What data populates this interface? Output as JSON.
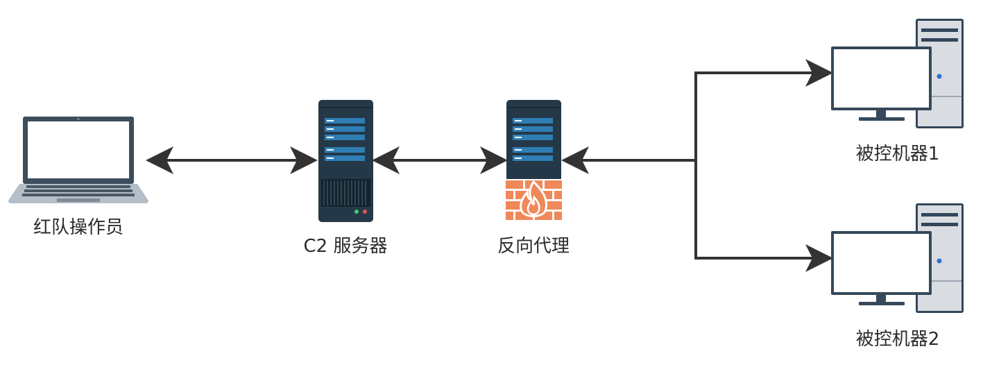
{
  "nodes": {
    "operator": {
      "label": "红队操作员"
    },
    "c2_server": {
      "label": "C2 服务器"
    },
    "reverse_proxy": {
      "label": "反向代理"
    },
    "target_1": {
      "label": "被控机器1"
    },
    "target_2": {
      "label": "被控机器2"
    }
  },
  "icons": {
    "operator": "laptop-icon",
    "c2_server": "server-tower-icon",
    "reverse_proxy": "firewall-server-icon",
    "target_1": "desktop-computer-icon",
    "target_2": "desktop-computer-icon"
  },
  "colors": {
    "server_body": "#243847",
    "server_bay": "#2f7eb5",
    "firewall_brick": "#f0885a",
    "connector": "#333333",
    "laptop_frame": "#3c4d5c",
    "laptop_base": "#b4bec8",
    "monitor_frame": "#35495a",
    "tower": "#d9dde2",
    "power_led": "#2f6fd6"
  }
}
